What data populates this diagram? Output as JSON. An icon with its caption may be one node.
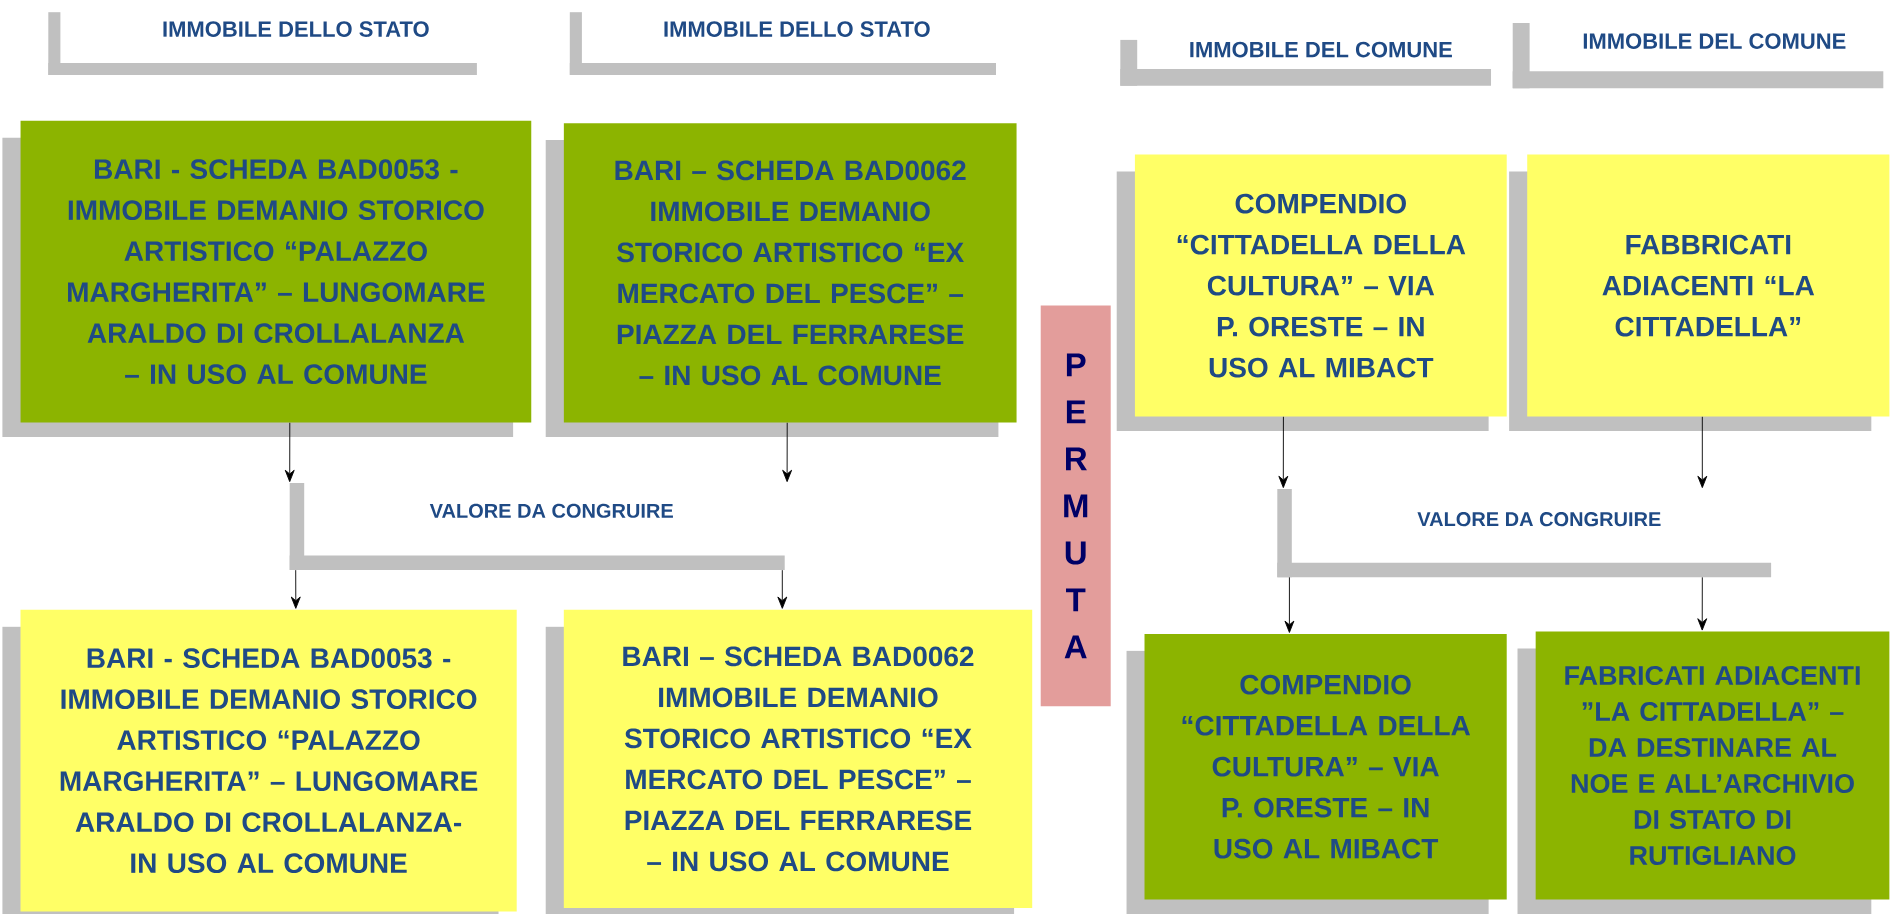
{
  "diagram": {
    "nodes": [
      {
        "text": [
          "IMMOBILE DELLO STATO"
        ]
      },
      {
        "text": [
          "IMMOBILE DELLO STATO"
        ]
      },
      {
        "text": [
          "IMMOBILE DEL COMUNE"
        ]
      },
      {
        "text": [
          "IMMOBILE DEL COMUNE"
        ]
      },
      {
        "text": [
          "BARI - SCHEDA BAD0053 - IMMOBILE DEMANIO STORICO ARTISTICO “PALAZZO MARGHERITA” – LUNGOMARE ARALDO DI CROLLALANZA – IN USO AL COMUNE"
        ]
      },
      {
        "text": [
          "BARI – SCHEDA BAD0062 IMMOBILE DEMANIO STORICO ARTISTICO “EX MERCATO DEL PESCE” – PIAZZA DEL FERRARESE – IN USO AL COMUNE"
        ]
      },
      {
        "text": [
          "P E R M U T A"
        ]
      },
      {
        "text": [
          "COMPENDIO “CITTADELLA DELLA CULTURA” – VIA P. ORESTE – IN USO AL MIBACT"
        ]
      },
      {
        "text": [
          "FABBRICATI ADIACENTI “LA CITTADELLA”"
        ]
      },
      {
        "text": [],
        "shape": "bar"
      },
      {
        "text": [],
        "shape": "bar"
      },
      {
        "text": [
          "BARI - SCHEDA BAD0053 - IMMOBILE DEMANIO STORICO ARTISTICO “PALAZZO MARGHERITA” – LUNGOMARE ARALDO DI CROLLALANZA- IN USO AL COMUNE"
        ]
      },
      {
        "text": [
          "BARI – SCHEDA BAD0062 IMMOBILE DEMANIO STORICO ARTISTICO “EX MERCATO DEL PESCE” – PIAZZA DEL FERRARESE – IN USO AL COMUNE"
        ]
      },
      {
        "text": [
          "COMPENDIO “CITTADELLA DELLA CULTURA” – VIA P. ORESTE – IN USO AL MIBACT"
        ]
      },
      {
        "text": [
          "FABRICATI ADIACENTI ”LA CITTADELLA” – DA DESTINARE AL NOE E ALL’ARCHIVIO DI STATO DI RUTIGLIANO"
        ]
      }
    ],
    "edges": [
      {
        "from": 4,
        "to": 9,
        "arrow": "to"
      },
      {
        "from": 5,
        "to": 9,
        "arrow": "to"
      },
      {
        "from": 9,
        "to": 11,
        "arrow": "to"
      },
      {
        "from": 9,
        "to": 12,
        "arrow": "to"
      },
      {
        "from": 7,
        "to": 10,
        "arrow": "to"
      },
      {
        "from": 8,
        "to": 10,
        "arrow": "to"
      },
      {
        "from": 10,
        "to": 13,
        "arrow": "to"
      },
      {
        "from": 10,
        "to": 14,
        "arrow": "to"
      }
    ],
    "labels": [
      "VALORE DA CONGRUIRE",
      "VALORE DA CONGRUIRE"
    ]
  }
}
